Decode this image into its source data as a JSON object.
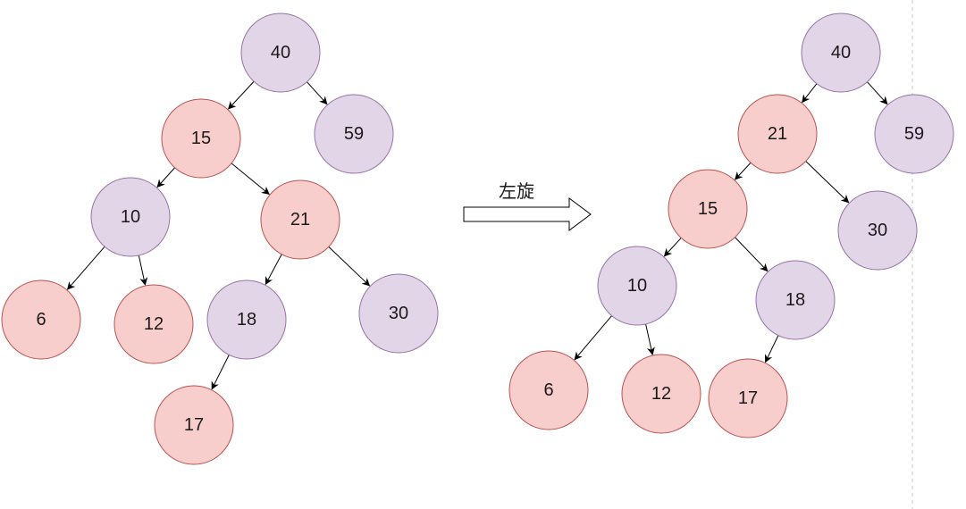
{
  "colors": {
    "red_fill": "#f8cecc",
    "red_stroke": "#b85450",
    "purple_fill": "#e1d5e7",
    "purple_stroke": "#9673a6",
    "edge": "#000000",
    "divider": "#c8c8c8"
  },
  "operation_label": "左旋",
  "trees": [
    {
      "name": "before",
      "nodes": [
        {
          "id": "n40",
          "label": "40",
          "color": "purple"
        },
        {
          "id": "n15",
          "label": "15",
          "color": "red"
        },
        {
          "id": "n59",
          "label": "59",
          "color": "purple"
        },
        {
          "id": "n10",
          "label": "10",
          "color": "purple"
        },
        {
          "id": "n21",
          "label": "21",
          "color": "red"
        },
        {
          "id": "n6",
          "label": "6",
          "color": "red"
        },
        {
          "id": "n12",
          "label": "12",
          "color": "red"
        },
        {
          "id": "n18",
          "label": "18",
          "color": "purple"
        },
        {
          "id": "n30",
          "label": "30",
          "color": "purple"
        },
        {
          "id": "n17",
          "label": "17",
          "color": "red"
        }
      ],
      "edges": [
        [
          "n40",
          "n15"
        ],
        [
          "n40",
          "n59"
        ],
        [
          "n15",
          "n10"
        ],
        [
          "n15",
          "n21"
        ],
        [
          "n10",
          "n6"
        ],
        [
          "n10",
          "n12"
        ],
        [
          "n21",
          "n18"
        ],
        [
          "n21",
          "n30"
        ],
        [
          "n18",
          "n17"
        ]
      ]
    },
    {
      "name": "after",
      "nodes": [
        {
          "id": "n40",
          "label": "40",
          "color": "purple"
        },
        {
          "id": "n21",
          "label": "21",
          "color": "red"
        },
        {
          "id": "n59",
          "label": "59",
          "color": "purple"
        },
        {
          "id": "n15",
          "label": "15",
          "color": "red"
        },
        {
          "id": "n30",
          "label": "30",
          "color": "purple"
        },
        {
          "id": "n10",
          "label": "10",
          "color": "purple"
        },
        {
          "id": "n18",
          "label": "18",
          "color": "purple"
        },
        {
          "id": "n6",
          "label": "6",
          "color": "red"
        },
        {
          "id": "n12",
          "label": "12",
          "color": "red"
        },
        {
          "id": "n17",
          "label": "17",
          "color": "red"
        }
      ],
      "edges": [
        [
          "n40",
          "n21"
        ],
        [
          "n40",
          "n59"
        ],
        [
          "n21",
          "n15"
        ],
        [
          "n21",
          "n30"
        ],
        [
          "n15",
          "n10"
        ],
        [
          "n15",
          "n18"
        ],
        [
          "n10",
          "n6"
        ],
        [
          "n10",
          "n12"
        ],
        [
          "n18",
          "n17"
        ]
      ]
    }
  ]
}
